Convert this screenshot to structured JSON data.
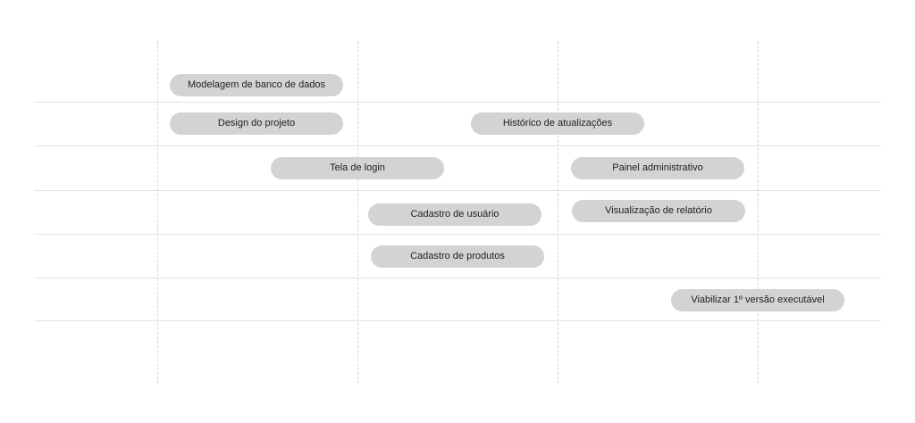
{
  "tasks": [
    {
      "label": "Modelagem de banco de dados"
    },
    {
      "label": "Design do projeto"
    },
    {
      "label": "Histórico de atualizações"
    },
    {
      "label": "Tela de login"
    },
    {
      "label": "Painel administrativo"
    },
    {
      "label": "Cadastro de usuário"
    },
    {
      "label": "Visualização de relatório"
    },
    {
      "label": "Cadastro de produtos"
    },
    {
      "label": "Viabilizar 1º versão executável"
    }
  ],
  "colors": {
    "bar_fill": "#d3d3d3",
    "bar_text": "#222222",
    "grid_dashed": "#d6d6d6",
    "grid_solid": "#e3e3e3"
  }
}
